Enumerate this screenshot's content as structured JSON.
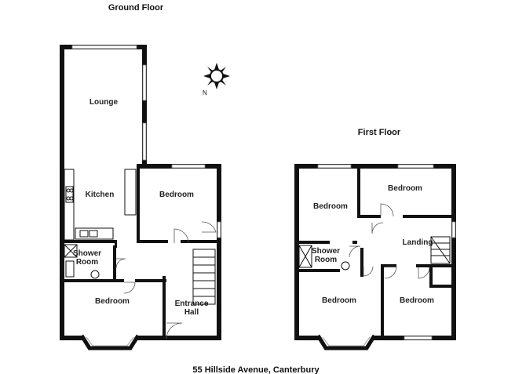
{
  "titles": {
    "ground_floor": "Ground Floor",
    "first_floor": "First Floor",
    "address": "55 Hillside Avenue, Canterbury"
  },
  "compass_letter": "N",
  "ground_rooms": {
    "lounge": "Lounge",
    "kitchen": "Kitchen",
    "bedroom_mid": "Bedroom",
    "shower_line1": "Shower",
    "shower_line2": "Room",
    "bedroom_front": "Bedroom",
    "hall_line1": "Entrance",
    "hall_line2": "Hall"
  },
  "first_rooms": {
    "bedroom_left": "Bedroom",
    "bedroom_right": "Bedroom",
    "shower_line1": "Shower",
    "shower_line2": "Room",
    "landing": "Landing",
    "bedroom_front_left": "Bedroom",
    "bedroom_front_right": "Bedroom"
  }
}
